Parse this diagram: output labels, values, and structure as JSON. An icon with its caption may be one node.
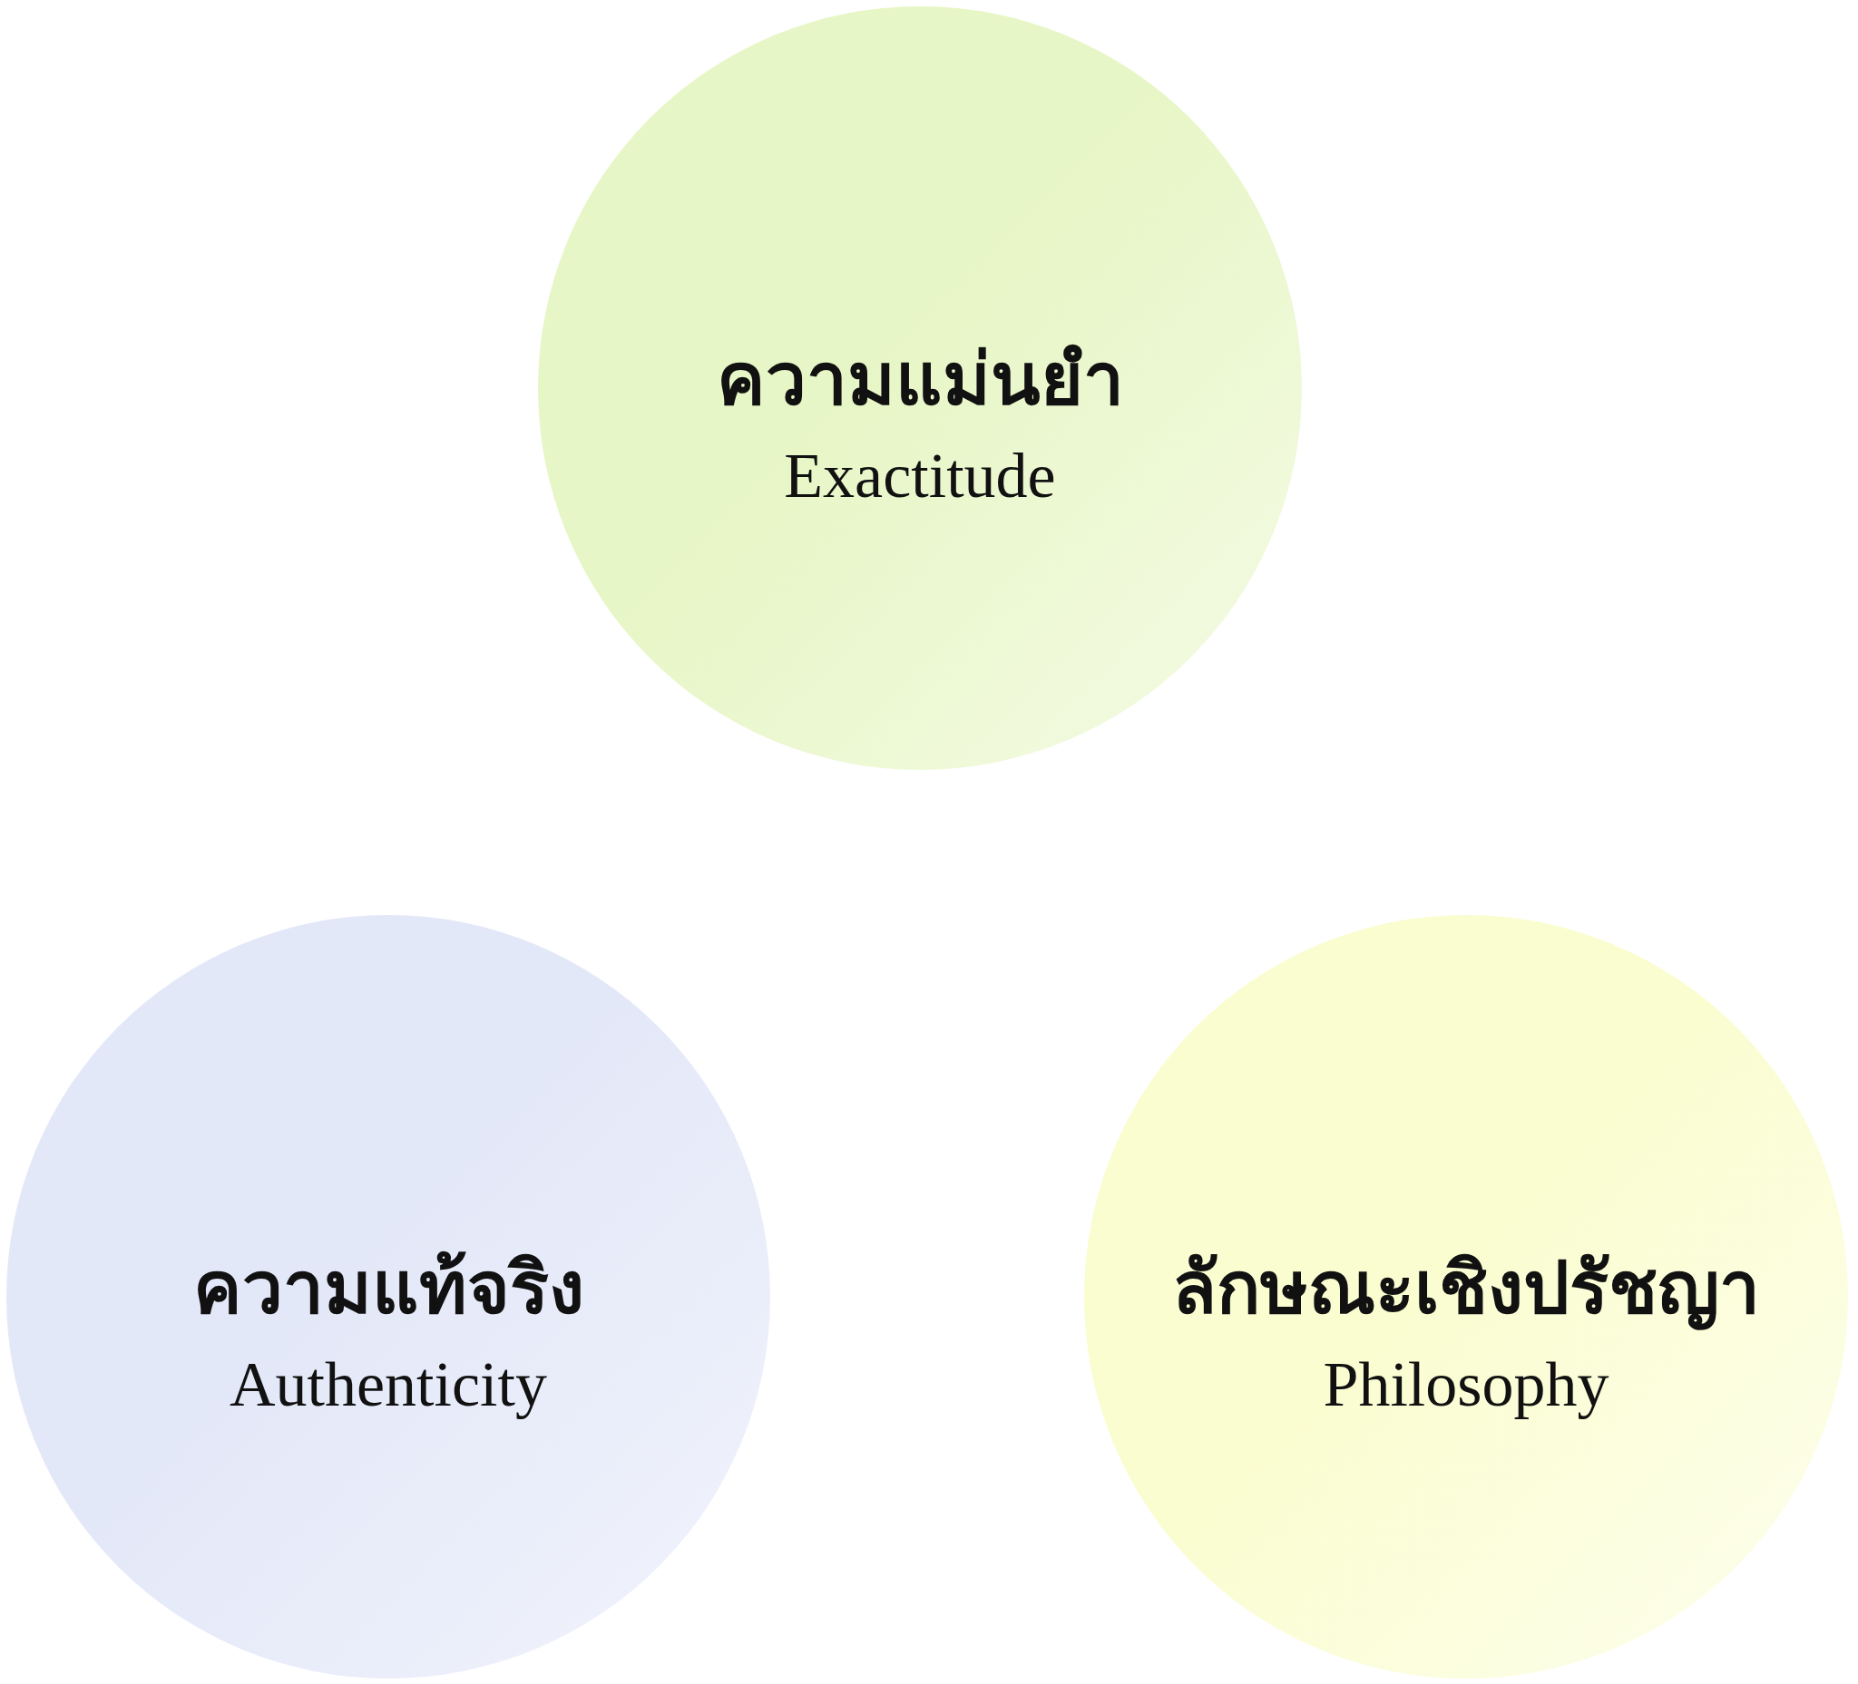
{
  "diagram": {
    "nodes": [
      {
        "text": [
          "ความแม่นยำ",
          "Exactitude"
        ]
      },
      {
        "text": [
          "ความแท้จริง",
          "Authenticity"
        ]
      },
      {
        "text": [
          "ลักษณะเชิงปรัชญา",
          "Philosophy"
        ]
      }
    ]
  }
}
